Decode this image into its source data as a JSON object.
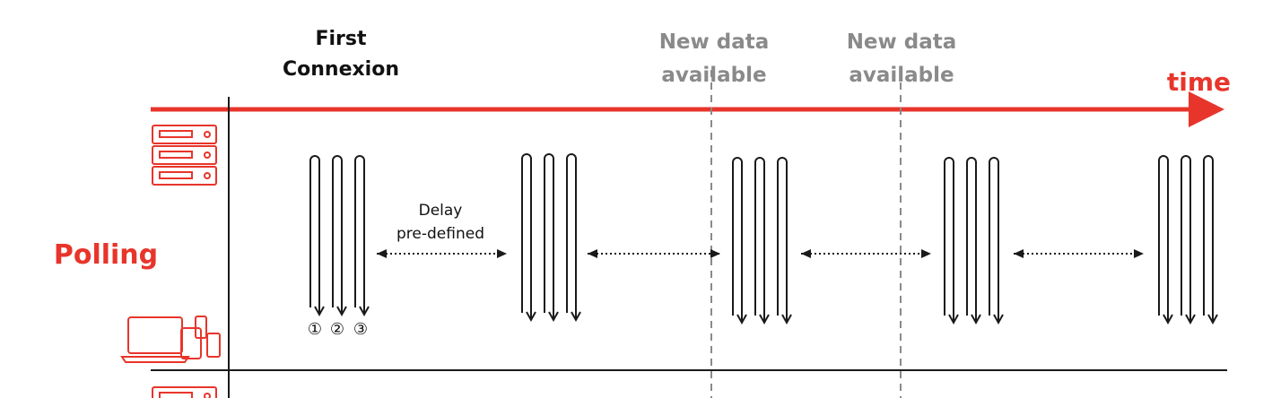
{
  "title": "Polling",
  "time_label": "time",
  "first_connexion": [
    "First",
    "Connexion"
  ],
  "events": [
    {
      "line1": "New data",
      "line2": "available"
    },
    {
      "line1": "New data",
      "line2": "available"
    }
  ],
  "delay_label": [
    "Delay",
    "pre-defined"
  ],
  "request_numbers": [
    "①",
    "②",
    "③"
  ],
  "icons": {
    "server": "server-icon",
    "client": "devices-icon"
  },
  "colors": {
    "accent": "#e8352b",
    "gray": "#8a8a8a",
    "black": "#1a1a1a"
  }
}
